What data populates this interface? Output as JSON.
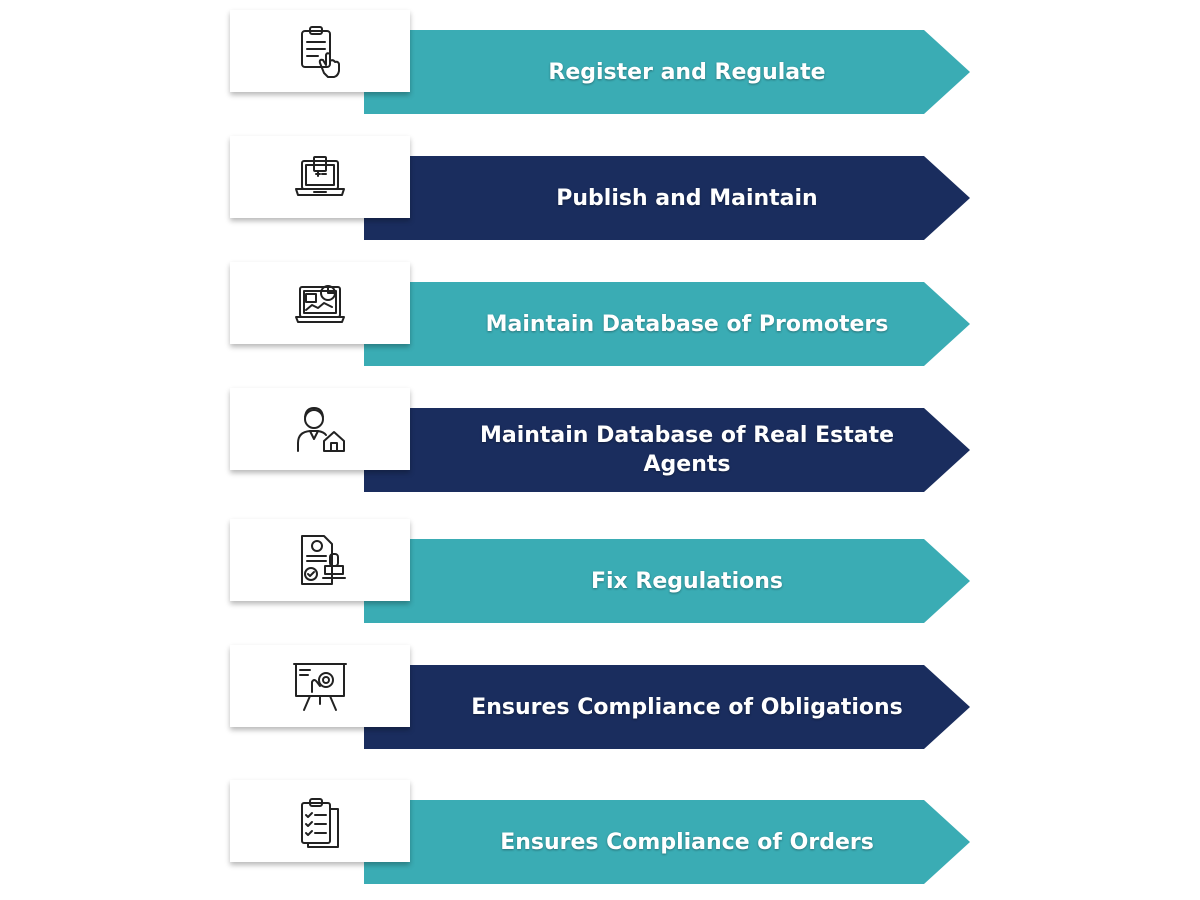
{
  "colors": {
    "teal": "#3aacb4",
    "teal_fold": "#1f6e72",
    "navy": "#1a2d5e",
    "navy_fold": "#0c1633"
  },
  "steps": [
    {
      "label": "Register and Regulate",
      "icon": "clipboard-hand-icon",
      "color": "teal"
    },
    {
      "label": "Publish and Maintain",
      "icon": "laptop-calculator-icon",
      "color": "navy"
    },
    {
      "label": "Maintain Database of Promoters",
      "icon": "laptop-chart-icon",
      "color": "teal"
    },
    {
      "label": "Maintain Database of Real Estate Agents",
      "icon": "agent-house-icon",
      "color": "navy"
    },
    {
      "label": "Fix Regulations",
      "icon": "document-stamp-icon",
      "color": "teal"
    },
    {
      "label": "Ensures Compliance of Obligations",
      "icon": "presentation-gear-icon",
      "color": "navy"
    },
    {
      "label": "Ensures Compliance of Orders",
      "icon": "checklist-icon",
      "color": "teal"
    }
  ]
}
